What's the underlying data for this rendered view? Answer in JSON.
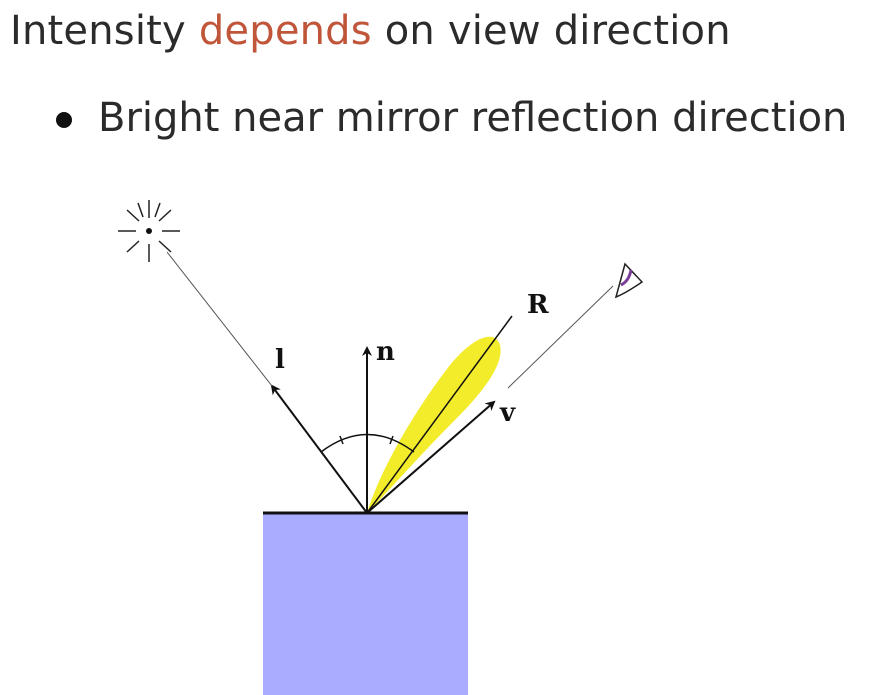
{
  "title": {
    "before": "Intensity ",
    "highlight": "depends",
    "after": " on view direction"
  },
  "bullets": [
    "Bright near mirror reflection direction"
  ],
  "diagram": {
    "labels": {
      "light": "l",
      "normal": "n",
      "reflection": "R",
      "view": "v"
    },
    "colors": {
      "surface": "#a9acff",
      "lobe": "#f2ec2a",
      "title_highlight": "#c0553a"
    },
    "icons": [
      "light-source-icon",
      "eye-icon"
    ]
  }
}
